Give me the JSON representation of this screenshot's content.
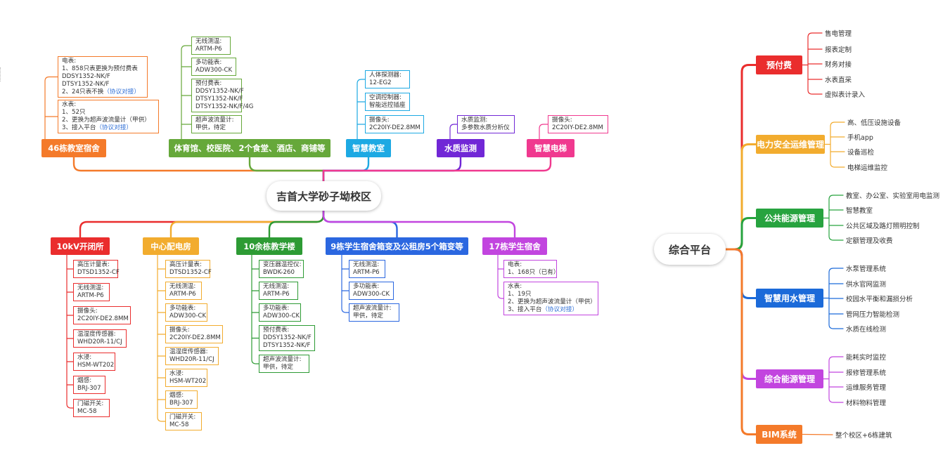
{
  "colors": {
    "orange": "#f47a2a",
    "green": "#66a83a",
    "cyan": "#1da9e3",
    "purple": "#7127d6",
    "pink": "#f0398f",
    "red": "#ea2d2d",
    "gold": "#f2ac2e",
    "deep_green": "#2d9b34",
    "blue": "#2b67e0",
    "violet": "#c245df",
    "right_green": "#27a33f",
    "right_blue": "#1b6ad9",
    "right_orange": "#f47a2a"
  },
  "left_map": {
    "central": "吉首大学砂子坳校区",
    "top": [
      {
        "name": "46栋教室宿舍",
        "leaves": [
          {
            "lines": [
              [
                "电表:"
              ],
              [
                "1、858只表更换为预付费表"
              ],
              [
                "DDSY1352-NK/F"
              ],
              [
                "DTSY1352-NK/F"
              ],
              [
                "2、24只表不换",
                "（协议对接）"
              ]
            ]
          },
          {
            "lines": [
              [
                "水表:"
              ],
              [
                "1、52只"
              ],
              [
                "2、更换为超声波流量计（甲供）"
              ],
              [
                "3、接入平台",
                "（协议对接）"
              ]
            ]
          }
        ]
      },
      {
        "name": "体育馆、校医院、2个食堂、酒店、商铺等",
        "leaves": [
          {
            "lines": [
              [
                "无线测温:"
              ],
              [
                "ARTM-P6"
              ]
            ]
          },
          {
            "lines": [
              [
                "多功能表:"
              ],
              [
                "ADW300-CK"
              ]
            ]
          },
          {
            "lines": [
              [
                "预付费表:"
              ],
              [
                "DDSY1352-NK/F"
              ],
              [
                "DTSY1352-NK/F"
              ],
              [
                "DTSY1352-NK/F/4G"
              ]
            ]
          },
          {
            "lines": [
              [
                "超声波流量计:"
              ],
              [
                "甲供，待定"
              ]
            ]
          }
        ]
      },
      {
        "name": "智慧教室",
        "leaves": [
          {
            "lines": [
              [
                "人体探测器:"
              ],
              [
                "12-EG2"
              ]
            ]
          },
          {
            "lines": [
              [
                "空调控制器:"
              ],
              [
                "智能远控插座"
              ]
            ]
          },
          {
            "lines": [
              [
                "摄像头:"
              ],
              [
                "2C20IY-DE2.8MM"
              ]
            ]
          }
        ]
      },
      {
        "name": "水质监测",
        "leaves": [
          {
            "lines": [
              [
                "水质监测:"
              ],
              [
                "多参数水质分析仪"
              ]
            ]
          }
        ]
      },
      {
        "name": "智慧电梯",
        "leaves": [
          {
            "lines": [
              [
                "摄像头:"
              ],
              [
                "2C20IY-DE2.8MM"
              ]
            ]
          }
        ]
      }
    ],
    "bottom": [
      {
        "name": "10kV开闭所",
        "leaves": [
          {
            "lines": [
              [
                "高压计量表:"
              ],
              [
                "DTSD1352-CF"
              ]
            ]
          },
          {
            "lines": [
              [
                "无线测温:"
              ],
              [
                "ARTM-P6"
              ]
            ]
          },
          {
            "lines": [
              [
                "摄像头:"
              ],
              [
                "2C20IY-DE2.8MM"
              ]
            ]
          },
          {
            "lines": [
              [
                "温湿度传感器:"
              ],
              [
                "WHD20R-11/CJ"
              ]
            ]
          },
          {
            "lines": [
              [
                "水浸:"
              ],
              [
                "HSM-WT202"
              ]
            ]
          },
          {
            "lines": [
              [
                "烟感:"
              ],
              [
                "BRJ-307"
              ]
            ]
          },
          {
            "lines": [
              [
                "门磁开关:"
              ],
              [
                "MC-58"
              ]
            ]
          }
        ]
      },
      {
        "name": "中心配电房",
        "leaves": [
          {
            "lines": [
              [
                "高压计量表:"
              ],
              [
                "DTSD1352-CF"
              ]
            ]
          },
          {
            "lines": [
              [
                "无线测温:"
              ],
              [
                "ARTM-P6"
              ]
            ]
          },
          {
            "lines": [
              [
                "多功能表:"
              ],
              [
                "ADW300-CK"
              ]
            ]
          },
          {
            "lines": [
              [
                "摄像头:"
              ],
              [
                "2C20IY-DE2.8MM"
              ]
            ]
          },
          {
            "lines": [
              [
                "温湿度传感器:"
              ],
              [
                "WHD20R-11/CJ"
              ]
            ]
          },
          {
            "lines": [
              [
                "水浸:"
              ],
              [
                "HSM-WT202"
              ]
            ]
          },
          {
            "lines": [
              [
                "烟感:"
              ],
              [
                "BRJ-307"
              ]
            ]
          },
          {
            "lines": [
              [
                "门磁开关:"
              ],
              [
                "MC-58"
              ]
            ]
          }
        ]
      },
      {
        "name": "10余栋教学楼",
        "leaves": [
          {
            "lines": [
              [
                "变压器温控仪:"
              ],
              [
                "BWDK-260"
              ]
            ]
          },
          {
            "lines": [
              [
                "无线测温:"
              ],
              [
                "ARTM-P6"
              ]
            ]
          },
          {
            "lines": [
              [
                "多功能表:"
              ],
              [
                "ADW300-CK"
              ]
            ]
          },
          {
            "lines": [
              [
                "预付费表:"
              ],
              [
                "DDSY1352-NK/F"
              ],
              [
                "DTSY1352-NK/F"
              ]
            ]
          },
          {
            "lines": [
              [
                "超声波流量计:"
              ],
              [
                "甲供，待定"
              ]
            ]
          }
        ]
      },
      {
        "name": "9栋学生宿舍箱变及公租房5个箱变等",
        "leaves": [
          {
            "lines": [
              [
                "无线测温:"
              ],
              [
                "ARTM-P6"
              ]
            ]
          },
          {
            "lines": [
              [
                "多功能表:"
              ],
              [
                "ADW300-CK"
              ]
            ]
          },
          {
            "lines": [
              [
                "超声波流量计:"
              ],
              [
                "甲供，待定"
              ]
            ]
          }
        ]
      },
      {
        "name": "17栋学生宿舍",
        "leaves": [
          {
            "lines": [
              [
                "电表:"
              ],
              [
                "1、168只（已有）"
              ]
            ]
          },
          {
            "lines": [
              [
                "水表:"
              ],
              [
                "1、19只"
              ],
              [
                "2、更换为超声波流量计（甲供）"
              ],
              [
                "3、接入平台",
                "（协议对接）"
              ]
            ]
          }
        ]
      }
    ]
  },
  "right_map": {
    "central": "综合平台",
    "topics": [
      {
        "name": "预付费",
        "items": [
          "售电管理",
          "报表定制",
          "财务对接",
          "水表直采",
          "虚拟表计录入"
        ]
      },
      {
        "name": "电力安全运维管理",
        "items": [
          "高、低压设施设备",
          "手机app",
          "设备巡检",
          "电梯运维监控"
        ]
      },
      {
        "name": "公共能源管理",
        "items": [
          "教室、办公室、实验室用电监测",
          "智慧教室",
          "公共区域及路灯照明控制",
          "定额管理及收费"
        ]
      },
      {
        "name": "智慧用水管理",
        "items": [
          "水泵管理系统",
          "供水官网监测",
          "校园水平衡和漏损分析",
          "管网压力智能检测",
          "水质在线检测"
        ]
      },
      {
        "name": "综合能源管理",
        "items": [
          "能耗实时监控",
          "报修管理系统",
          "运维服务管理",
          "材料物料管理"
        ]
      },
      {
        "name": "BIM系统",
        "items": [
          "整个校区+6栋建筑"
        ]
      }
    ]
  }
}
